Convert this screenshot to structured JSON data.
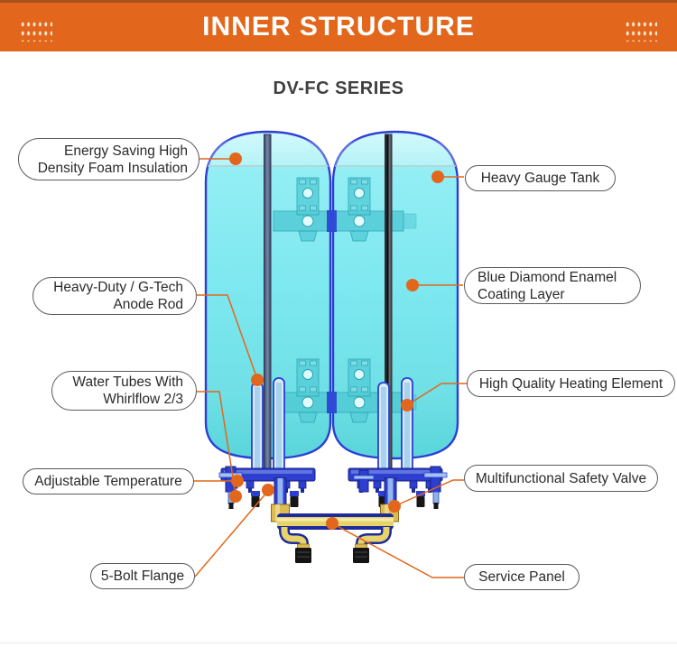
{
  "header": {
    "title": "INNER STRUCTURE"
  },
  "subtitle": "DV-FC SERIES",
  "callouts": {
    "insulation": {
      "line1": "Energy Saving High",
      "line2": "Density Foam Insulation"
    },
    "anode_rod": {
      "line1": "Heavy-Duty / G-Tech",
      "line2": "Anode Rod"
    },
    "water_tubes": {
      "line1": "Water Tubes With",
      "line2": "Whirlflow 2/3"
    },
    "adjustable_temperature": {
      "line1": "Adjustable Temperature",
      "line2": ""
    },
    "five_bolt_flange": {
      "line1": "5-Bolt Flange",
      "line2": ""
    },
    "heavy_gauge_tank": {
      "line1": "Heavy Gauge Tank",
      "line2": ""
    },
    "enamel_coating": {
      "line1": "Blue Diamond Enamel",
      "line2": "Coating Layer"
    },
    "heating_element": {
      "line1": "High Quality Heating Element",
      "line2": ""
    },
    "safety_valve": {
      "line1": "Multifunctional Safety Valve",
      "line2": ""
    },
    "service_panel": {
      "line1": "Service Panel",
      "line2": ""
    }
  },
  "colors": {
    "banner_orange": "#e2671c",
    "banner_top_strip": "#a8511d",
    "leader_line_orange": "#e2671c",
    "callout_dot_orange": "#e2671c",
    "tank_cyan": "#7de7f0",
    "tank_outline_blue": "#2c3ed6",
    "bracket_teal": "#50cbd6",
    "pipe_navy": "#1d2b9e",
    "pipe_yellow": "#e6d36a",
    "brass_nut": "#dcbc50",
    "title_text": "#ffffff",
    "subtitle_text": "#3f3f3f"
  }
}
